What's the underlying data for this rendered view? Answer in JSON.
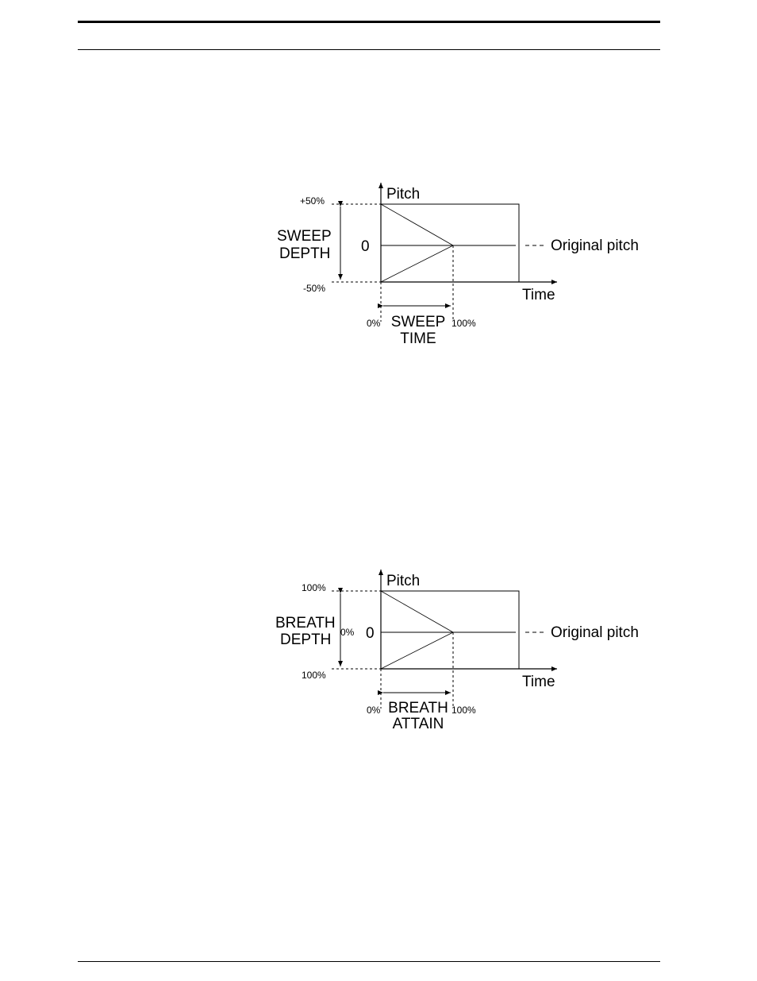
{
  "diagrams": [
    {
      "axis_y_label": "Pitch",
      "axis_x_label": "Time",
      "top_value": "+50%",
      "bottom_value": "-50%",
      "center_value": "",
      "zero_label": "0",
      "depth_label_line1": "SWEEP",
      "depth_label_line2": "DEPTH",
      "time_start": "0%",
      "time_end": "100%",
      "time_label_line1": "SWEEP",
      "time_label_line2": "TIME",
      "original_label": "Original pitch"
    },
    {
      "axis_y_label": "Pitch",
      "axis_x_label": "Time",
      "top_value": "100%",
      "bottom_value": "100%",
      "center_value": "0%",
      "zero_label": "0",
      "depth_label_line1": "BREATH",
      "depth_label_line2": "DEPTH",
      "time_start": "0%",
      "time_end": "100%",
      "time_label_line1": "BREATH",
      "time_label_line2": "ATTAIN",
      "original_label": "Original pitch"
    }
  ]
}
